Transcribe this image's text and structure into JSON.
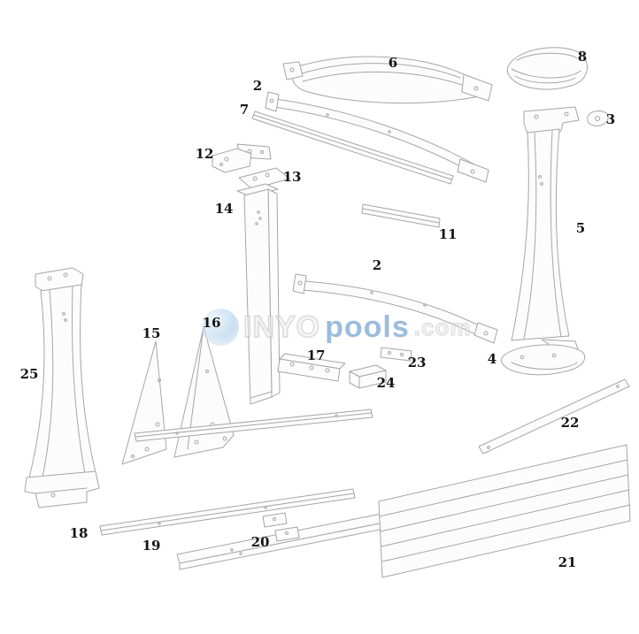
{
  "watermark": {
    "inyo": "INYO",
    "pools": "pools",
    "com": ".com",
    "logo_color": "#4c8ec7"
  },
  "diagram": {
    "stroke_color": "#a6a6a6",
    "parts": [
      {
        "label": "6"
      },
      {
        "label": "8"
      },
      {
        "label": "2"
      },
      {
        "label": "7"
      },
      {
        "label": "3"
      },
      {
        "label": "12"
      },
      {
        "label": "13"
      },
      {
        "label": "14"
      },
      {
        "label": "5"
      },
      {
        "label": "11"
      },
      {
        "label": "2"
      },
      {
        "label": "16"
      },
      {
        "label": "15"
      },
      {
        "label": "17"
      },
      {
        "label": "23"
      },
      {
        "label": "25"
      },
      {
        "label": "24"
      },
      {
        "label": "4"
      },
      {
        "label": "22"
      },
      {
        "label": "18"
      },
      {
        "label": "19"
      },
      {
        "label": "20"
      },
      {
        "label": "21"
      }
    ]
  }
}
